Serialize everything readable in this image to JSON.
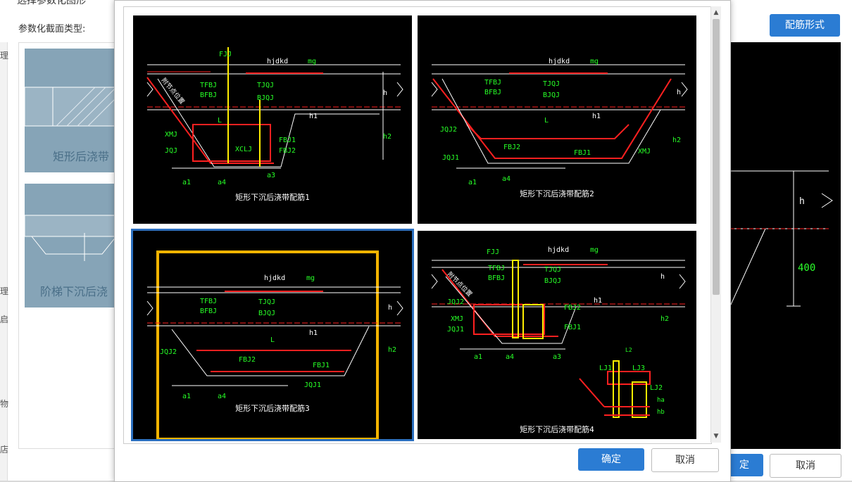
{
  "background": {
    "title_fragment": "选择参数化图形",
    "section_label": "参数化截面类型:",
    "rebar_form_button": "配筋形式",
    "thumb1_caption": "矩形后浇带",
    "thumb2_caption": "阶梯下沉后浇",
    "edge_chars": [
      "理",
      "理",
      "启",
      "物",
      "店"
    ],
    "preview_h": "h",
    "preview_400": "400",
    "ok_fragment": "定",
    "cancel": "取消"
  },
  "modal": {
    "ok": "确定",
    "cancel": "取消",
    "cells": [
      {
        "caption": "矩形下沉后浇带配筋1"
      },
      {
        "caption": "矩形下沉后浇带配筋2"
      },
      {
        "caption": "矩形下沉后浇带配筋3"
      },
      {
        "caption": "矩形下沉后浇带配筋4"
      }
    ]
  },
  "labels": {
    "hjdkd": "hjdkd",
    "mg": "mg",
    "h": "h",
    "h1": "h1",
    "h2": "h2",
    "a1": "a1",
    "a3": "a3",
    "a4": "a4",
    "FJJ": "FJJ",
    "TFBJ": "TFBJ",
    "BFBJ": "BFBJ",
    "TJQJ": "TJQJ",
    "BJQJ": "BJQJ",
    "L": "L",
    "XMJ": "XMJ",
    "JQJ": "JQJ",
    "XCLJ": "XCLJ",
    "FBJ1": "FBJ1",
    "FBJ2": "FBJ2",
    "JQJ1": "JQJ1",
    "JQJ2": "JQJ2",
    "LJ1": "LJ1",
    "LJ2": "LJ2",
    "LJ3": "LJ3",
    "L2": "L2",
    "ha": "ha",
    "hb": "hb",
    "slope": "附节点位置"
  },
  "colors": {
    "accent": "#2b7cd3",
    "selected_border": "#2b6fbf",
    "highlight_frame": "#f5b400",
    "rebar": "#ff2020",
    "annot": "#27ff27",
    "yellow_bar": "#ffee00"
  }
}
